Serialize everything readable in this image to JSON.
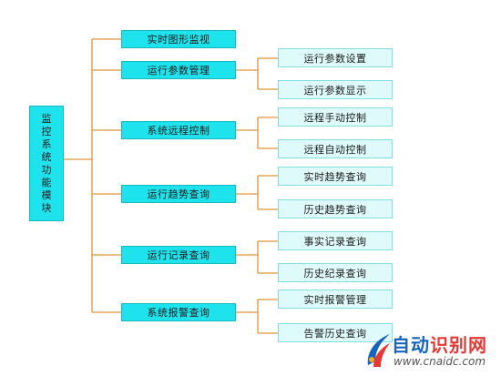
{
  "root": {
    "chars": [
      "监",
      "控",
      "系",
      "统",
      "功",
      "能",
      "模",
      "块"
    ]
  },
  "modules": [
    {
      "label": "实时图形监视",
      "children": []
    },
    {
      "label": "运行参数管理",
      "children": [
        "运行参数设置",
        "运行参数显示"
      ]
    },
    {
      "label": "系统远程控制",
      "children": [
        "远程手动控制",
        "远程自动控制"
      ]
    },
    {
      "label": "运行趋势查询",
      "children": [
        "实时趋势查询",
        "历史趋势查询"
      ]
    },
    {
      "label": "运行记录查询",
      "children": [
        "事实记录查询",
        "历史纪录查询"
      ]
    },
    {
      "label": "系统报警查询",
      "children": [
        "实时报警管理",
        "告警历史查询"
      ]
    }
  ],
  "watermark": {
    "title_prefix": "自动",
    "title_suffix": "识别网",
    "url": "www.cnaidc.com"
  },
  "colors": {
    "connector": "#e0933a",
    "level1_fill": "#1ee3ec",
    "level2_fill": "#dffafb",
    "watermark_blue": "#1565c0",
    "watermark_red": "#e53935"
  }
}
